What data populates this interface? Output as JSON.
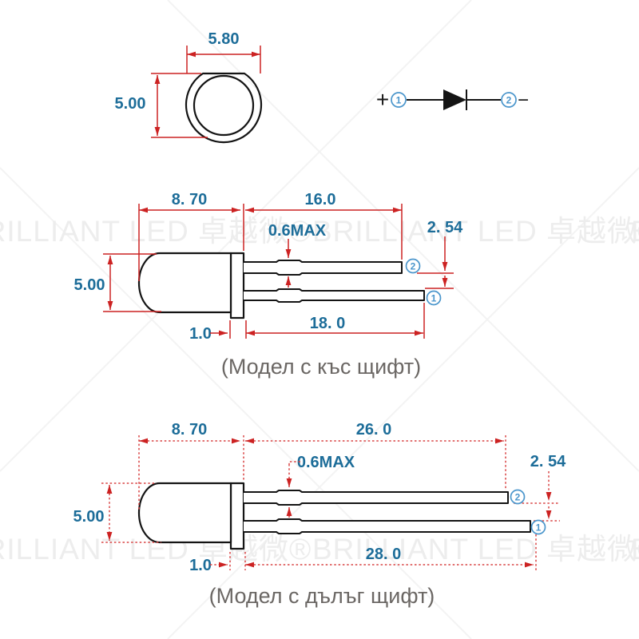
{
  "colors": {
    "dimension_text": "#1d6d99",
    "dimension_line_solid": "#cc2222",
    "dimension_line_dotted": "#d94343",
    "drawing_outline": "#141414",
    "pin_label_blue": "#4b96cc",
    "caption_gray": "#6b6764",
    "watermark_gray": "#ededed"
  },
  "watermark": {
    "text": "BRILLIANT LED 卓越微®"
  },
  "top_view": {
    "width": "5.80",
    "height": "5.00"
  },
  "schematic": {
    "plus": "+",
    "minus": "−",
    "pin1": "1",
    "pin2": "2"
  },
  "short_model": {
    "body_len": "8. 70",
    "pin2_len": "16.0",
    "lead_thickness": "0.6MAX",
    "pitch": "2. 54",
    "body_dia": "5.00",
    "flange": "1.0",
    "pin1_len": "18. 0",
    "pin2": "2",
    "pin1": "1",
    "caption": "(Модел с къс щифт)"
  },
  "long_model": {
    "body_len": "8. 70",
    "pin2_len": "26. 0",
    "lead_thickness": "0.6MAX",
    "pitch": "2. 54",
    "body_dia": "5.00",
    "flange": "1.0",
    "pin1_len": "28. 0",
    "pin2": "2",
    "pin1": "1",
    "caption": "(Модел с дълъг щифт)"
  }
}
